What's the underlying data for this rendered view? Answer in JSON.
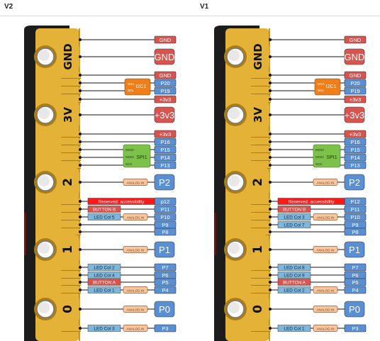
{
  "headers": {
    "v2": "V2",
    "v1": "V1"
  },
  "colors": {
    "pcb": "#1c1c1c",
    "edge": "#e3b236",
    "edge_dark": "#a97e18",
    "gnd": "#d9534f",
    "power": "#d9534f",
    "pin": "#5b8fd3",
    "led": "#7fb6d9",
    "button": "#d9534f",
    "reserved": "#ff1a1a",
    "analog": "#f6c8a0",
    "i2c": "#f07f1a",
    "spi": "#7cc14a"
  },
  "big_pads": [
    {
      "label": "GND"
    },
    {
      "label": "3V"
    },
    {
      "label": "2"
    },
    {
      "label": "1"
    },
    {
      "label": "0"
    }
  ],
  "boards": [
    {
      "id": "v2",
      "i2c": {
        "title": "I2C1",
        "lines": [
          "SDA",
          "SCL"
        ]
      },
      "spi": {
        "title": "SPI1",
        "lines": [
          "MOSI",
          "MISO",
          "SCK"
        ]
      },
      "pins": [
        {
          "label": "GND",
          "kind": "gnd"
        },
        {
          "label": "GND",
          "kind": "gnd"
        },
        {
          "label": "GND",
          "kind": "gnd"
        },
        {
          "label": "P20",
          "kind": "pin"
        },
        {
          "label": "P19",
          "kind": "pin"
        },
        {
          "label": "+3v3",
          "kind": "power"
        },
        {
          "label": "+3v3",
          "kind": "power"
        },
        {
          "label": "+3v3",
          "kind": "power"
        },
        {
          "label": "P16",
          "kind": "pin"
        },
        {
          "label": "P15",
          "kind": "pin"
        },
        {
          "label": "P14",
          "kind": "pin"
        },
        {
          "label": "P13",
          "kind": "pin"
        },
        {
          "label": "P2",
          "kind": "pin",
          "analog": "ANALOG IN"
        },
        {
          "label": "p12",
          "kind": "pin",
          "func": "Reserved: accessibility",
          "func_kind": "reserved"
        },
        {
          "label": "P11",
          "kind": "pin",
          "func": "BUTTON B",
          "func_kind": "button"
        },
        {
          "label": "P10",
          "kind": "pin",
          "func": "LED Col 5",
          "func_kind": "led",
          "analog": "ANALOG IN"
        },
        {
          "label": "P9",
          "kind": "pin"
        },
        {
          "label": "P8",
          "kind": "pin"
        },
        {
          "label": "P1",
          "kind": "pin",
          "analog": "ANALOG IN"
        },
        {
          "label": "P7",
          "kind": "pin",
          "func": "LED Col 2",
          "func_kind": "led"
        },
        {
          "label": "P6",
          "kind": "pin",
          "func": "LED Col 4",
          "func_kind": "led"
        },
        {
          "label": "P5",
          "kind": "pin",
          "func": "BUTTON A",
          "func_kind": "button"
        },
        {
          "label": "P4",
          "kind": "pin",
          "func": "LED Col 1",
          "func_kind": "led",
          "analog": "ANALOG IN"
        },
        {
          "label": "P0",
          "kind": "pin",
          "analog": "ANALOG IN"
        },
        {
          "label": "P3",
          "kind": "pin",
          "func": "LED Col 3",
          "func_kind": "led",
          "analog": "ANALOG IN"
        }
      ]
    },
    {
      "id": "v1",
      "i2c": {
        "title": "I2C1",
        "lines": [
          "SDA",
          "SCL"
        ]
      },
      "spi": {
        "title": "SPI1",
        "lines": [
          "MOSI",
          "MISO",
          "SCK"
        ]
      },
      "pins": [
        {
          "label": "GND",
          "kind": "gnd"
        },
        {
          "label": "GND",
          "kind": "gnd"
        },
        {
          "label": "GND",
          "kind": "gnd"
        },
        {
          "label": "P20",
          "kind": "pin"
        },
        {
          "label": "P19",
          "kind": "pin"
        },
        {
          "label": "+3v3",
          "kind": "power"
        },
        {
          "label": "+3v3",
          "kind": "power"
        },
        {
          "label": "+3v3",
          "kind": "power"
        },
        {
          "label": "P16",
          "kind": "pin"
        },
        {
          "label": "P15",
          "kind": "pin"
        },
        {
          "label": "P14",
          "kind": "pin"
        },
        {
          "label": "P13",
          "kind": "pin"
        },
        {
          "label": "P2",
          "kind": "pin",
          "analog": "ANALOG IN"
        },
        {
          "label": "P12",
          "kind": "pin",
          "func": "Reserved: accessibility",
          "func_kind": "reserved"
        },
        {
          "label": "P11",
          "kind": "pin",
          "func": "BUTTON B",
          "func_kind": "button"
        },
        {
          "label": "P10",
          "kind": "pin",
          "func": "LED Col 3",
          "func_kind": "led",
          "analog": "ANALOG IN"
        },
        {
          "label": "P9",
          "kind": "pin",
          "func": "LED Col 7",
          "func_kind": "led"
        },
        {
          "label": "P8",
          "kind": "pin"
        },
        {
          "label": "P1",
          "kind": "pin",
          "analog": "ANALOG IN"
        },
        {
          "label": "P7",
          "kind": "pin",
          "func": "LED Col 8",
          "func_kind": "led"
        },
        {
          "label": "P6",
          "kind": "pin",
          "func": "LED Col 9",
          "func_kind": "led"
        },
        {
          "label": "P5",
          "kind": "pin",
          "func": "BUTTON A",
          "func_kind": "button"
        },
        {
          "label": "P4",
          "kind": "pin",
          "func": "LED Col 2",
          "func_kind": "led",
          "analog": "ANALOG IN"
        },
        {
          "label": "P0",
          "kind": "pin",
          "analog": "ANALOG IN"
        },
        {
          "label": "P3",
          "kind": "pin",
          "func": "LED Col 1",
          "func_kind": "led",
          "analog": "ANALOG IN"
        }
      ]
    }
  ]
}
